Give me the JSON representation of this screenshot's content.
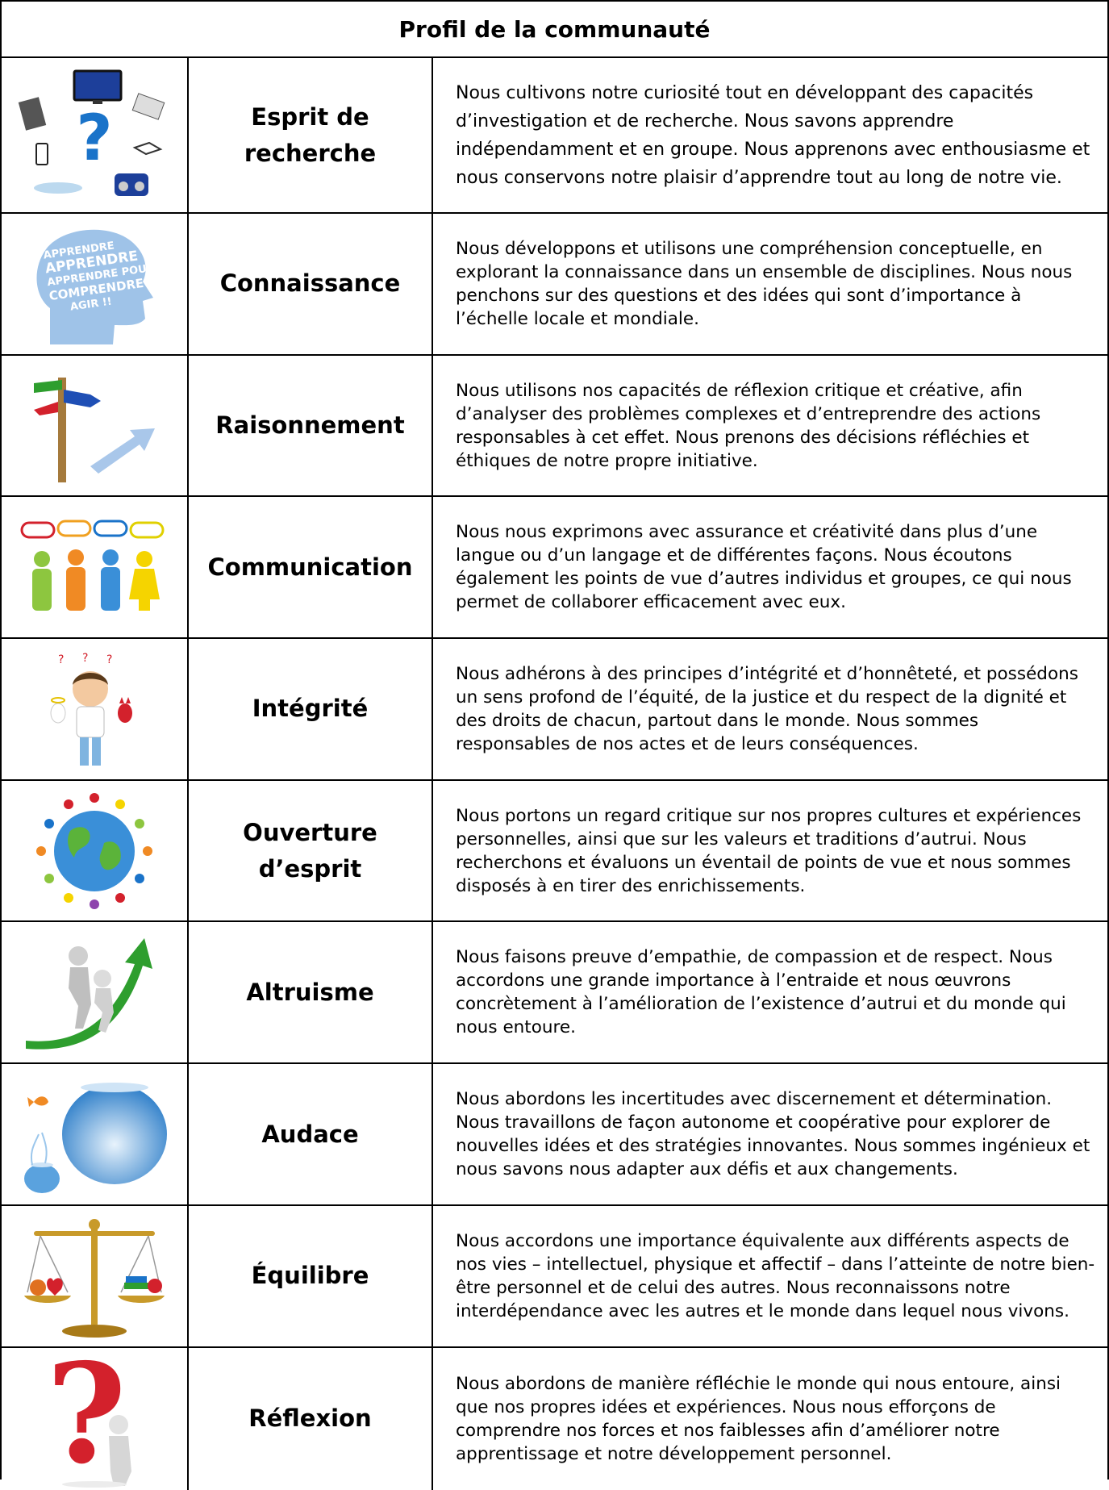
{
  "title": "Profil de la communauté",
  "rows": [
    {
      "name": "Esprit de recherche",
      "icon": "research-devices-question-icon",
      "desc": "Nous cultivons notre curiosité tout en développant des capacités d’investigation et de recherche. Nous savons apprendre indépendamment et en groupe. Nous apprenons avec enthousiasme et nous conservons notre plaisir d’apprendre tout au long de notre vie."
    },
    {
      "name": "Connaissance",
      "icon": "head-profile-words-icon",
      "desc": "Nous développons et utilisons une compréhension conceptuelle, en explorant la connaissance dans un ensemble de disciplines. Nous nous penchons sur des questions et des idées qui sont d’importance à l’échelle locale et mondiale."
    },
    {
      "name": "Raisonnement",
      "icon": "signpost-arrow-icon",
      "desc": "Nous utilisons nos capacités de réflexion critique et créative, afin d’analyser des problèmes complexes et d’entreprendre des actions responsables à cet effet. Nous prenons des décisions réfléchies et éthiques de notre propre initiative."
    },
    {
      "name": "Communication",
      "icon": "people-speech-bubbles-icon",
      "desc": "Nous nous exprimons avec assurance et créativité dans plus d’une langue ou d’un langage et de différentes façons. Nous écoutons également les points de vue d’autres individus et groupes, ce qui nous permet de collaborer efficacement avec eux."
    },
    {
      "name": "Intégrité",
      "icon": "angel-devil-boy-icon",
      "desc": "Nous adhérons à des principes d’intégrité et d’honnêteté, et possédons un sens profond de l’équité, de la justice et du respect de la dignité et des droits de chacun, partout dans le monde. Nous sommes responsables de nos actes et de leurs conséquences."
    },
    {
      "name": "Ouverture d’esprit",
      "icon": "globe-children-circle-icon",
      "desc": "Nous portons un regard critique sur nos propres cultures et expériences personnelles, ainsi que sur les valeurs et traditions d’autrui. Nous recherchons et évaluons un éventail de points de vue et nous sommes disposés à en tirer des enrichissements."
    },
    {
      "name": "Altruisme",
      "icon": "helping-climb-arrow-icon",
      "desc": "Nous faisons preuve d’empathie, de compassion et de respect. Nous accordons une grande importance à l’entraide et nous œuvrons concrètement à l’amélioration de l’existence d’autrui et du monde qui nous entoure."
    },
    {
      "name": "Audace",
      "icon": "fish-jumping-bowl-icon",
      "desc": "Nous abordons les incertitudes avec discernement et détermination. Nous travaillons de façon autonome et coopérative pour explorer de nouvelles idées et des stratégies innovantes. Nous sommes ingénieux et nous savons nous adapter aux défis et aux changements."
    },
    {
      "name": "Équilibre",
      "icon": "balance-scale-icon",
      "desc": "Nous accordons une importance équivalente aux différents aspects de nos vies – intellectuel, physique et affectif – dans l’atteinte de notre bien-être personnel et de celui des autres. Nous reconnaissons notre interdépendance avec les autres et le monde dans lequel nous vivons."
    },
    {
      "name": "Réflexion",
      "icon": "thinking-question-mark-icon",
      "desc": "Nous abordons de manière réfléchie le monde qui nous entoure, ainsi que nos propres idées et expériences. Nous nous efforçons de comprendre nos forces et nos faiblesses afin d’améliorer notre apprentissage et notre développement personnel."
    }
  ],
  "images": {
    "head_words": [
      "APPRENDRE",
      "APPRENDRE",
      "APPRENDRE POUR",
      "COMPRENDRE",
      "AGIR !!"
    ]
  },
  "colors": {
    "border": "#000000",
    "question_blue": "#1a73c9",
    "question_red": "#d3212c",
    "arrow_green": "#2e9e2e",
    "gold": "#c89a2a"
  }
}
